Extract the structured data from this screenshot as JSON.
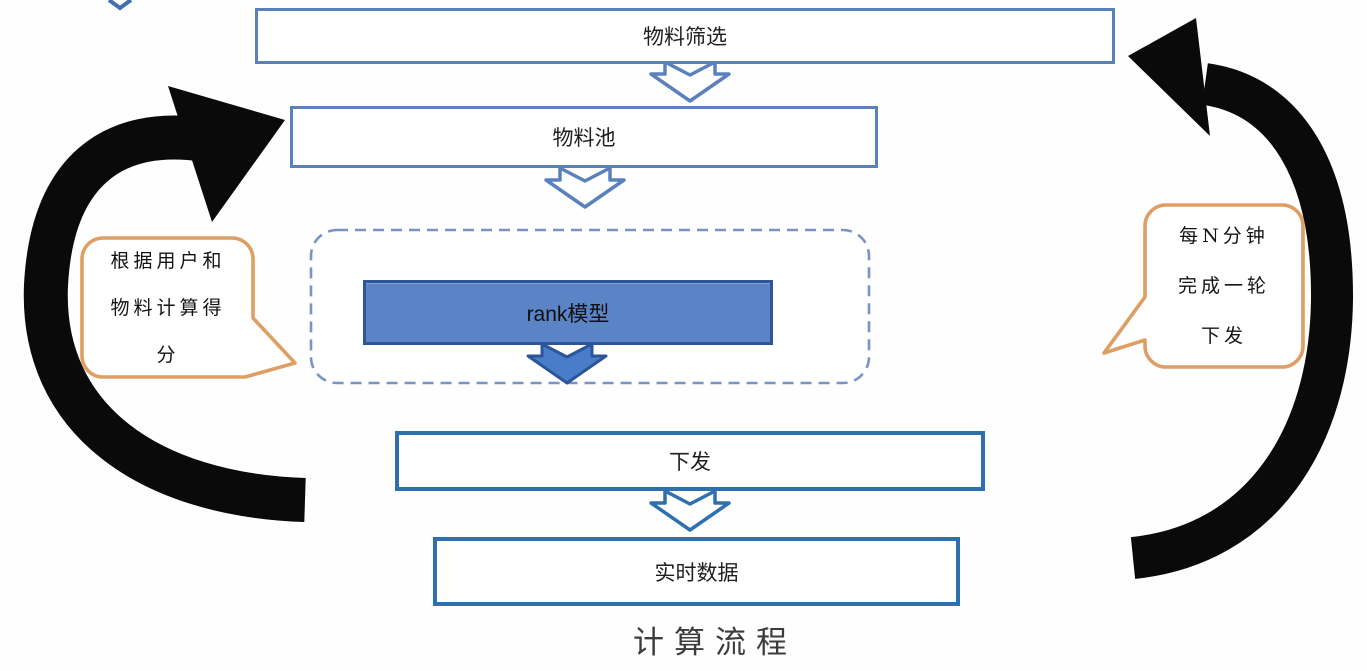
{
  "diagram": {
    "caption": "计算流程",
    "nodes": {
      "material_filter": "物料筛选",
      "material_pool": "物料池",
      "rank_model": "rank模型",
      "deliver": "下发",
      "realtime_data": "实时数据"
    },
    "speech_left": {
      "text": "根据用户和物料计算得分",
      "lines": [
        "根据用户和",
        "物料计算得",
        "分"
      ]
    },
    "speech_right": {
      "text": "每N分钟完成一轮下发",
      "lines": [
        "每N分钟",
        "完成一轮",
        "下发"
      ]
    },
    "colors": {
      "box_border_soft": "#5b81bd",
      "box_border_strong": "#2e6fad",
      "rank_fill": "#5b84c6",
      "rank_border": "#2e5597",
      "dashed_container_border": "#7b93c4",
      "speech_bubble_border": "#dd9f63",
      "cycle_arrow": "#0a0a0a",
      "solid_arrow_fill": "#4a7dc9"
    }
  }
}
